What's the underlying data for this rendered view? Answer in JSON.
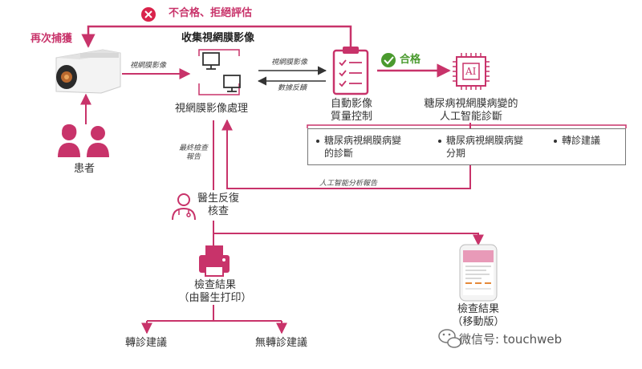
{
  "colors": {
    "accent": "#c8336a",
    "pass": "#4a9a2e",
    "reject": "#d9234b"
  },
  "reject_label": "不合格、拒絕評估",
  "recapture_label": "再次捕獲",
  "collect_title": "收集視網膜影像",
  "retina_image_label_1": "視網膜影像",
  "retina_image_label_2": "視網膜影像",
  "data_feedback_label": "數據反饋",
  "image_processing_label": "視網膜影像處理",
  "quality_control": {
    "line1": "自動影像",
    "line2": "質量控制"
  },
  "pass_label": "合格",
  "ai_chip_text": "AI",
  "ai_diagnosis": {
    "line1": "糖尿病視網膜病變的",
    "line2": "人工智能診斷"
  },
  "results_items": [
    {
      "line1": "糖尿病視網膜病變",
      "line2": "的診斷"
    },
    {
      "line1": "糖尿病視網膜病變",
      "line2": "分期"
    },
    {
      "line1": "轉診建議",
      "line2": ""
    }
  ],
  "ai_report_label": "人工智能分析報告",
  "final_report": {
    "line1": "最終檢查",
    "line2": "報告"
  },
  "doctor_review": {
    "line1": "醫生反復",
    "line2": "核查"
  },
  "patient_label": "患者",
  "print_result": {
    "line1": "檢查結果",
    "line2": "（由醫生打印）"
  },
  "mobile_result": {
    "line1": "檢查結果",
    "line2": "（移動版）"
  },
  "referral_label": "轉診建議",
  "no_referral_label": "無轉診建議",
  "watermark": "微信号: touchweb"
}
